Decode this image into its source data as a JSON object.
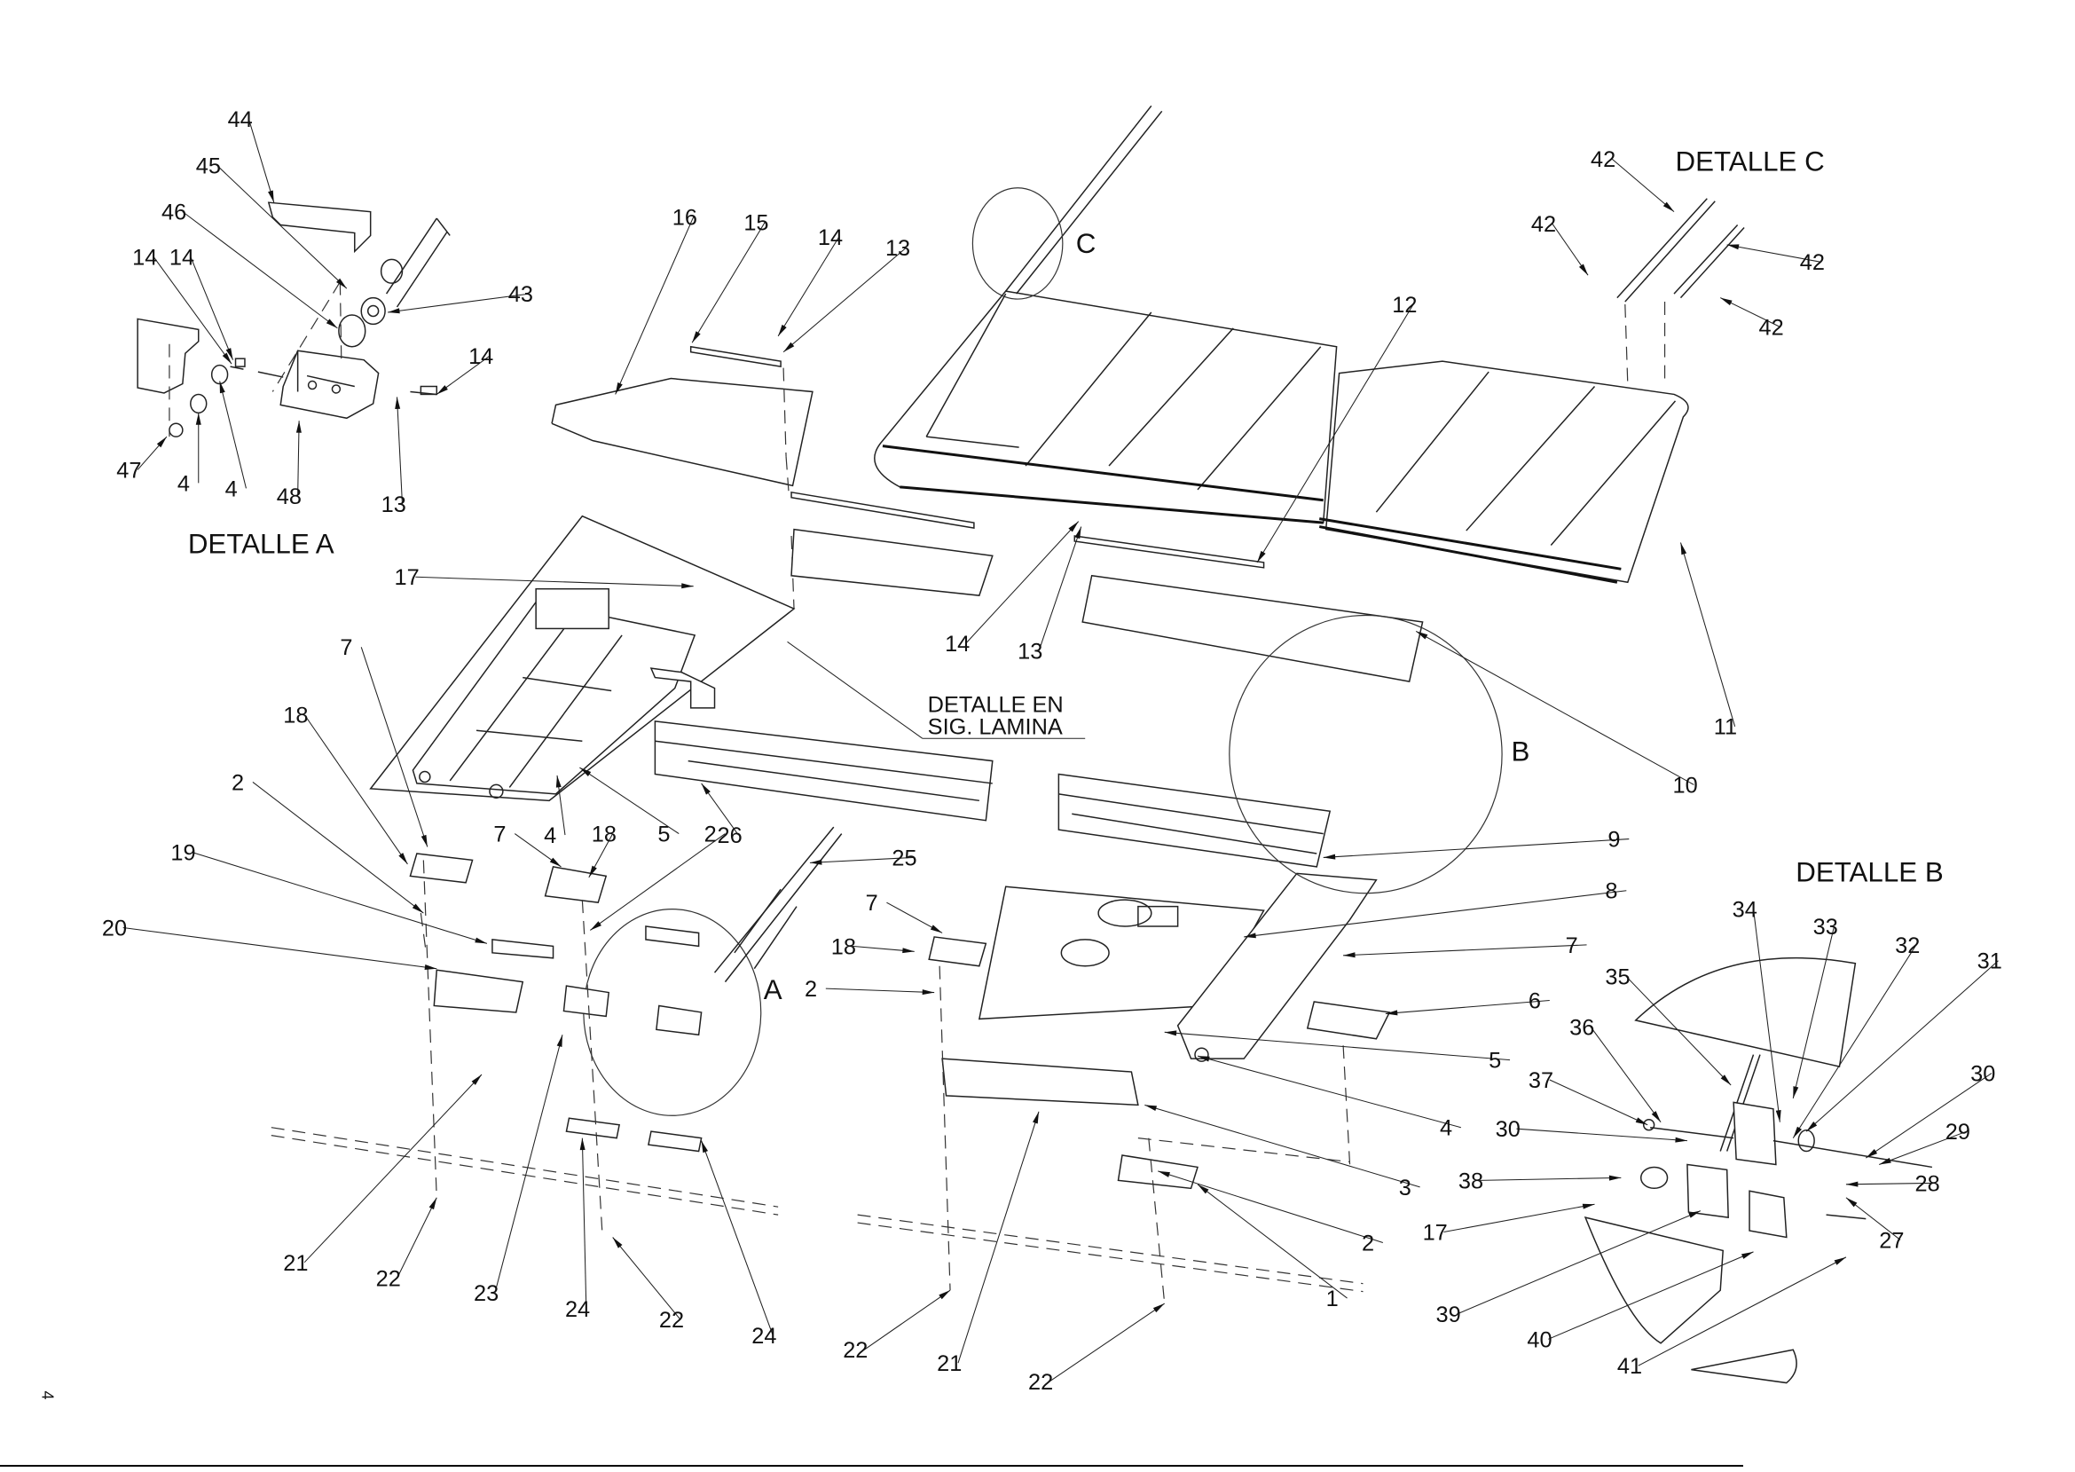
{
  "document": {
    "page_number": "4",
    "details": {
      "detail_a_title": "DETALLE A",
      "detail_b_title": "DETALLE B",
      "detail_c_title": "DETALLE C",
      "circle_a_letter": "A",
      "circle_b_letter": "B",
      "circle_c_letter": "C",
      "next_sheet_note_line1": "DETALLE EN",
      "next_sheet_note_line2": "SIG. LAMINA"
    },
    "callouts": {
      "detail_a": [
        "44",
        "45",
        "46",
        "43",
        "14",
        "14",
        "14",
        "47",
        "4",
        "4",
        "48",
        "13"
      ],
      "main_top": [
        "16",
        "15",
        "14",
        "13",
        "12",
        "14",
        "13",
        "11",
        "10",
        "17"
      ],
      "main_left": [
        "7",
        "18",
        "2",
        "19",
        "20",
        "7",
        "4",
        "18",
        "5",
        "2",
        "26",
        "25",
        "21",
        "22",
        "23",
        "24",
        "22",
        "24"
      ],
      "main_center": [
        "7",
        "18",
        "2",
        "9",
        "8",
        "7",
        "6",
        "5",
        "4",
        "3",
        "2",
        "1",
        "21",
        "22",
        "22"
      ],
      "detail_c": [
        "42",
        "42",
        "42",
        "42"
      ],
      "detail_b": [
        "34",
        "33",
        "32",
        "31",
        "35",
        "36",
        "37",
        "30",
        "30",
        "29",
        "38",
        "28",
        "17",
        "27",
        "39",
        "40",
        "41"
      ]
    }
  }
}
